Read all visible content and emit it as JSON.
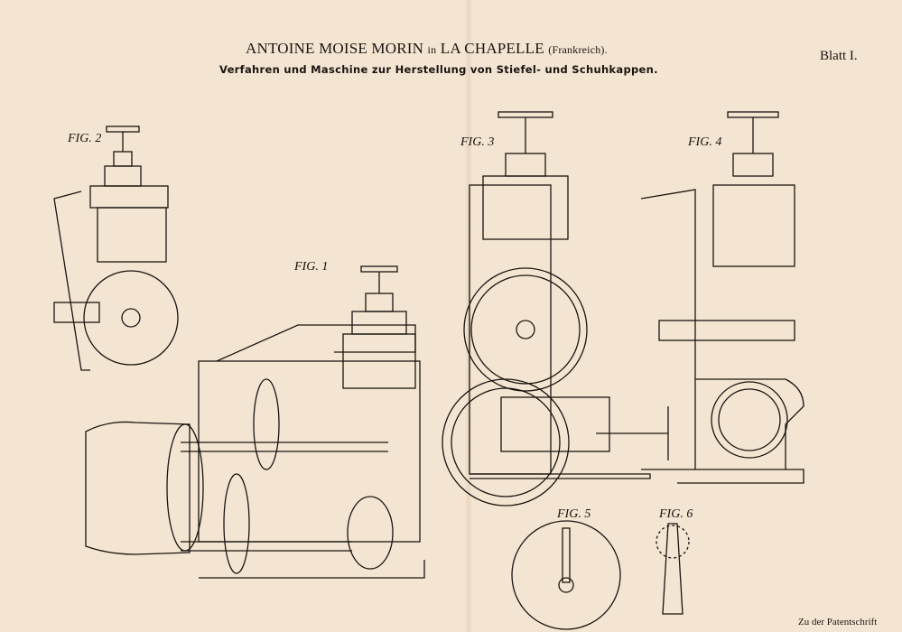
{
  "header": {
    "inventor": "ANTOINE MOISE MORIN",
    "in": "in",
    "place": "LA CHAPELLE",
    "country": "(Frankreich).",
    "subtitle": "Verfahren und Maschine zur Herstellung von Stiefel- und Schuhkappen.",
    "sheet": "Blatt I."
  },
  "figures": [
    "FIG. 1",
    "FIG. 2",
    "FIG. 3",
    "FIG. 4",
    "FIG. 5",
    "FIG. 6"
  ],
  "footer": "Zu der Patentschrift"
}
